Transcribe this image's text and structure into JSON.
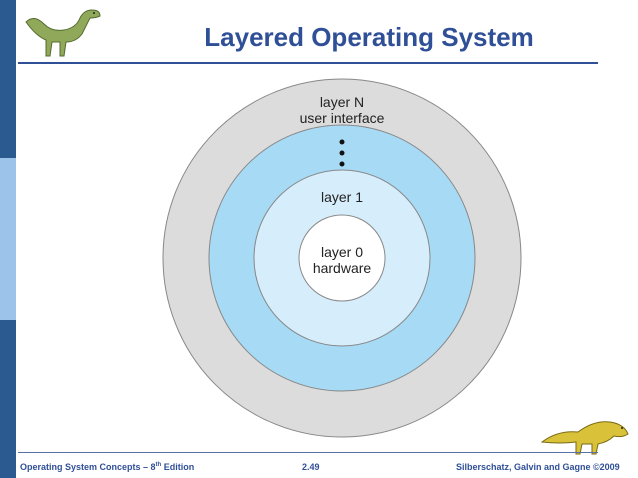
{
  "slide": {
    "title": "Layered Operating System",
    "footer_left": "Operating System Concepts – 8",
    "footer_left_sup": "th",
    "footer_left_tail": " Edition",
    "page_number": "2.49",
    "footer_right": "Silberschatz, Galvin and Gagne ©2009"
  },
  "diagram": {
    "outer_label_line1": "layer N",
    "outer_label_line2": "user interface",
    "middle_label": "layer 1",
    "core_label_line1": "layer 0",
    "core_label_line2": "hardware"
  },
  "colors": {
    "title": "#2f4f97",
    "outer_ring": "#dcdcdc",
    "blue_ring": "#a7daf5",
    "light_ring": "#d6edfb",
    "core": "#ffffff"
  }
}
